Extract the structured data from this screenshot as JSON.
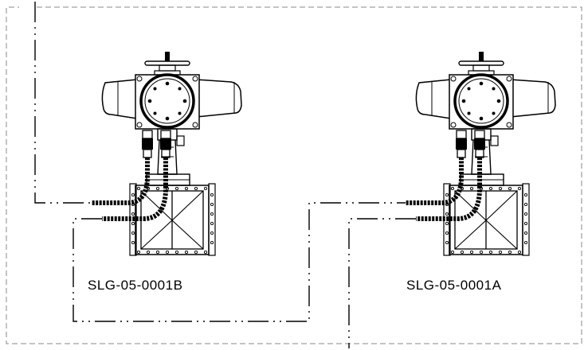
{
  "drawing": {
    "units": [
      {
        "id": "left",
        "tag": "SLG-05-0001B"
      },
      {
        "id": "right",
        "tag": "SLG-05-0001A"
      }
    ],
    "colors": {
      "line": "#000000",
      "border": "#8a8a8a",
      "background": "#ffffff"
    }
  }
}
